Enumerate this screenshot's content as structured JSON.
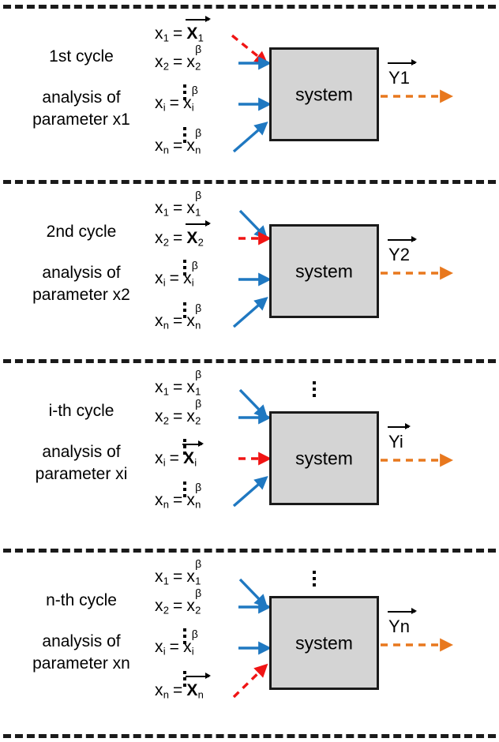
{
  "figure": {
    "title": "Sequential one-factor-at-a-time parameter analysis cycles",
    "colors": {
      "input_arrow_blue": "#1F78C1",
      "varied_arrow_red": "#F01414",
      "output_arrow_orange": "#E8781E",
      "box_fill": "#D4D4D4",
      "box_border": "#1A1A1A",
      "separator": "#1A1A1A",
      "text": "#000000"
    },
    "separator_style": "dashed",
    "system_box_label": "system",
    "vertical_ellipsis_glyph": "⋮",
    "between_panel_ellipsis": "⋮"
  },
  "panels": [
    {
      "id": "cycle-1",
      "cycle_title": "1st cycle",
      "analysis_line1": "analysis of",
      "analysis_line2": "parameter x",
      "analysis_subscript": "1",
      "has_top_ellipsis": false,
      "inputs": [
        {
          "lhs": "x",
          "lhs_sub": "1",
          "rhs_base": "X",
          "rhs_sub": "1",
          "rhs_sup": "",
          "vector": true,
          "varied": true,
          "arrow": "red-dashed-diagonal-down"
        },
        {
          "lhs": "x",
          "lhs_sub": "2",
          "rhs_base": "x",
          "rhs_sub": "2",
          "rhs_sup": "β",
          "vector": false,
          "varied": false,
          "arrow": "blue-straight"
        },
        {
          "ellipsis": true
        },
        {
          "lhs": "x",
          "lhs_sub": "i",
          "rhs_base": "x",
          "rhs_sub": "i",
          "rhs_sup": "β",
          "vector": false,
          "varied": false,
          "arrow": "blue-straight"
        },
        {
          "ellipsis": true
        },
        {
          "lhs": "x",
          "lhs_sub": "n",
          "rhs_base": "x",
          "rhs_sub": "n",
          "rhs_sup": "β",
          "vector": false,
          "varied": false,
          "arrow": "blue-diagonal-up"
        }
      ],
      "output": {
        "base": "Y",
        "sub": "1",
        "vector": true,
        "arrow": "orange-dashed"
      }
    },
    {
      "id": "cycle-2",
      "cycle_title": "2nd cycle",
      "analysis_line1": "analysis of",
      "analysis_line2": "parameter x",
      "analysis_subscript": "2",
      "has_top_ellipsis": false,
      "inputs": [
        {
          "lhs": "x",
          "lhs_sub": "1",
          "rhs_base": "x",
          "rhs_sub": "1",
          "rhs_sup": "β",
          "vector": false,
          "varied": false,
          "arrow": "blue-diagonal-down"
        },
        {
          "lhs": "x",
          "lhs_sub": "2",
          "rhs_base": "X",
          "rhs_sub": "2",
          "rhs_sup": "",
          "vector": true,
          "varied": true,
          "arrow": "red-dashed-straight"
        },
        {
          "ellipsis": true
        },
        {
          "lhs": "x",
          "lhs_sub": "i",
          "rhs_base": "x",
          "rhs_sub": "i",
          "rhs_sup": "β",
          "vector": false,
          "varied": false,
          "arrow": "blue-straight"
        },
        {
          "ellipsis": true
        },
        {
          "lhs": "x",
          "lhs_sub": "n",
          "rhs_base": "x",
          "rhs_sub": "n",
          "rhs_sup": "β",
          "vector": false,
          "varied": false,
          "arrow": "blue-diagonal-up"
        }
      ],
      "output": {
        "base": "Y",
        "sub": "2",
        "vector": true,
        "arrow": "orange-dashed"
      }
    },
    {
      "id": "cycle-i",
      "cycle_title": "i-th cycle",
      "analysis_line1": "analysis of",
      "analysis_line2": "parameter x",
      "analysis_subscript": "i",
      "has_top_ellipsis": true,
      "inputs": [
        {
          "lhs": "x",
          "lhs_sub": "1",
          "rhs_base": "x",
          "rhs_sub": "1",
          "rhs_sup": "β",
          "vector": false,
          "varied": false,
          "arrow": "blue-diagonal-down"
        },
        {
          "lhs": "x",
          "lhs_sub": "2",
          "rhs_base": "x",
          "rhs_sub": "2",
          "rhs_sup": "β",
          "vector": false,
          "varied": false,
          "arrow": "blue-straight"
        },
        {
          "ellipsis": true
        },
        {
          "lhs": "x",
          "lhs_sub": "i",
          "rhs_base": "X",
          "rhs_sub": "i",
          "rhs_sup": "",
          "vector": true,
          "varied": true,
          "arrow": "red-dashed-straight"
        },
        {
          "ellipsis": true
        },
        {
          "lhs": "x",
          "lhs_sub": "n",
          "rhs_base": "x",
          "rhs_sub": "n",
          "rhs_sup": "β",
          "vector": false,
          "varied": false,
          "arrow": "blue-diagonal-up"
        }
      ],
      "output": {
        "base": "Y",
        "sub": "i",
        "vector": true,
        "arrow": "orange-dashed"
      }
    },
    {
      "id": "cycle-n",
      "cycle_title": "n-th cycle",
      "analysis_line1": "analysis of",
      "analysis_line2": "parameter x",
      "analysis_subscript": "n",
      "has_top_ellipsis": true,
      "inputs": [
        {
          "lhs": "x",
          "lhs_sub": "1",
          "rhs_base": "x",
          "rhs_sub": "1",
          "rhs_sup": "β",
          "vector": false,
          "varied": false,
          "arrow": "blue-diagonal-down"
        },
        {
          "lhs": "x",
          "lhs_sub": "2",
          "rhs_base": "x",
          "rhs_sub": "2",
          "rhs_sup": "β",
          "vector": false,
          "varied": false,
          "arrow": "blue-straight"
        },
        {
          "ellipsis": true
        },
        {
          "lhs": "x",
          "lhs_sub": "i",
          "rhs_base": "x",
          "rhs_sub": "i",
          "rhs_sup": "β",
          "vector": false,
          "varied": false,
          "arrow": "blue-straight"
        },
        {
          "ellipsis": true
        },
        {
          "lhs": "x",
          "lhs_sub": "n",
          "rhs_base": "X",
          "rhs_sub": "n",
          "rhs_sup": "",
          "vector": true,
          "varied": true,
          "arrow": "red-dashed-diagonal-up"
        }
      ],
      "output": {
        "base": "Y",
        "sub": "n",
        "vector": true,
        "arrow": "orange-dashed"
      }
    }
  ],
  "equals_sign": "=",
  "separators_y": [
    8,
    230,
    457,
    697,
    932
  ]
}
